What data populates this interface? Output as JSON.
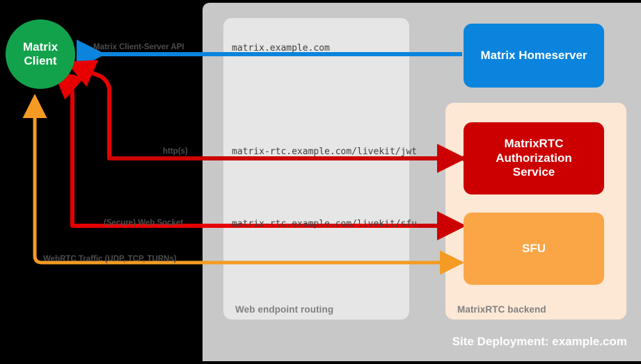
{
  "diagram": {
    "title": "Site Deployment: example.com",
    "background": "#000000"
  },
  "containers": {
    "site": {
      "label": "Site Deployment: example.com",
      "color": "#c8c8c8"
    },
    "routing": {
      "label": "Web endpoint routing",
      "color": "#e6e6e6"
    },
    "backend": {
      "label": "MatrixRTC backend",
      "color": "#fce8d5"
    }
  },
  "nodes": {
    "client": {
      "line1": "Matrix",
      "line2": "Client",
      "color": "#12a24c"
    },
    "homeserver": {
      "label": "Matrix Homeserver",
      "color": "#0a84dd"
    },
    "auth": {
      "line1": "MatrixRTC",
      "line2": "Authorization",
      "line3": "Service",
      "color": "#cc0000"
    },
    "sfu": {
      "label": "SFU",
      "color": "#faa646"
    }
  },
  "edges": [
    {
      "id": "cs-api",
      "protocol_label": "Matrix Client-Server API",
      "endpoint_label": "matrix.example.com",
      "color": "#0a84dd"
    },
    {
      "id": "jwt",
      "protocol_label": "http(s)",
      "endpoint_label": "matrix-rtc.example.com/livekit/jwt",
      "color": "#e60000"
    },
    {
      "id": "sfu-ws",
      "protocol_label": "(Secure) Web Socket",
      "endpoint_label": "matrix-rtc.example.com/livekit/sfu",
      "color": "#e60000"
    },
    {
      "id": "webrtc",
      "protocol_label": "WebRTC Traffic (UDP, TCP, TURNs)",
      "endpoint_label": "",
      "color": "#f59b23"
    }
  ]
}
